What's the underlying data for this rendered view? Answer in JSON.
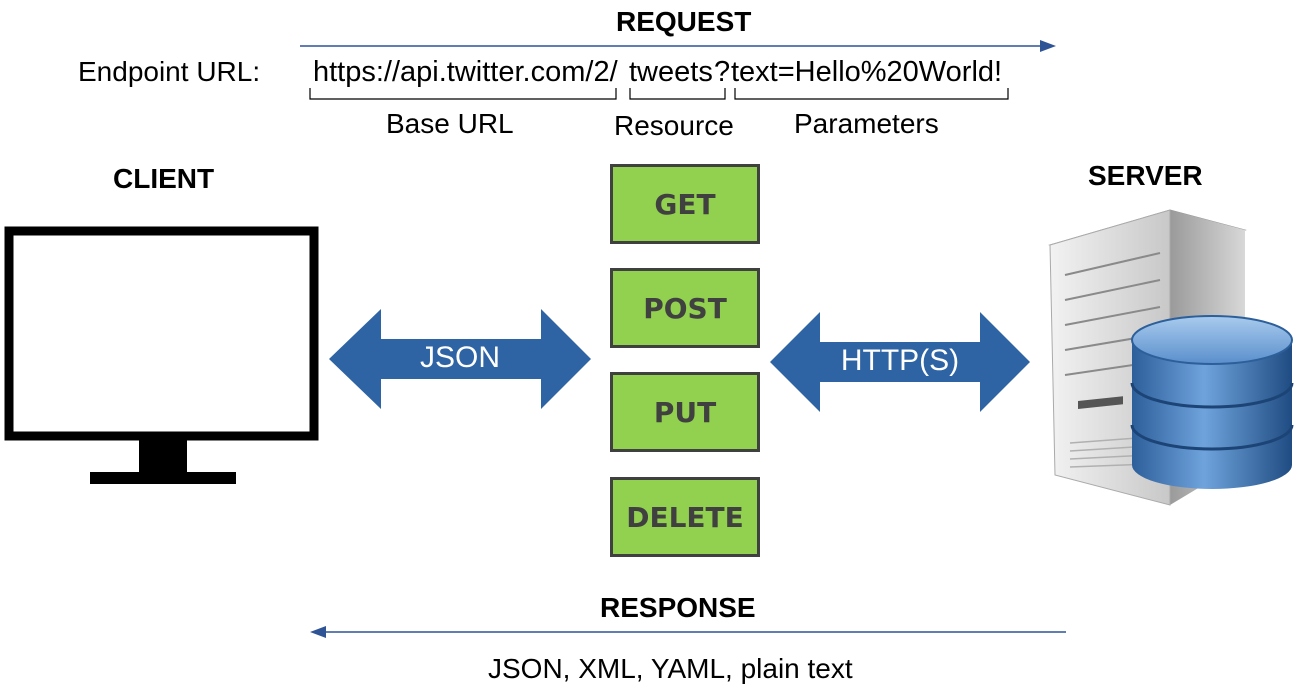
{
  "request": {
    "title": "REQUEST"
  },
  "endpoint": {
    "label": "Endpoint URL:",
    "base_url": "https://api.twitter.com/2/",
    "resource": "tweets",
    "separator": "?",
    "parameters": "text=Hello%20World!",
    "base_url_caption": "Base URL",
    "resource_caption": "Resource",
    "parameters_caption": "Parameters"
  },
  "client": {
    "title": "CLIENT"
  },
  "server": {
    "title": "SERVER"
  },
  "arrows": {
    "left_label": "JSON",
    "right_label": "HTTP(S)"
  },
  "methods": [
    "GET",
    "POST",
    "PUT",
    "DELETE"
  ],
  "response": {
    "title": "RESPONSE",
    "formats": "JSON, XML, YAML, plain text"
  },
  "colors": {
    "method_fill": "#92d050",
    "method_border": "#404040",
    "arrow_fill": "#2e64a4",
    "flow_line": "#2f5496"
  }
}
